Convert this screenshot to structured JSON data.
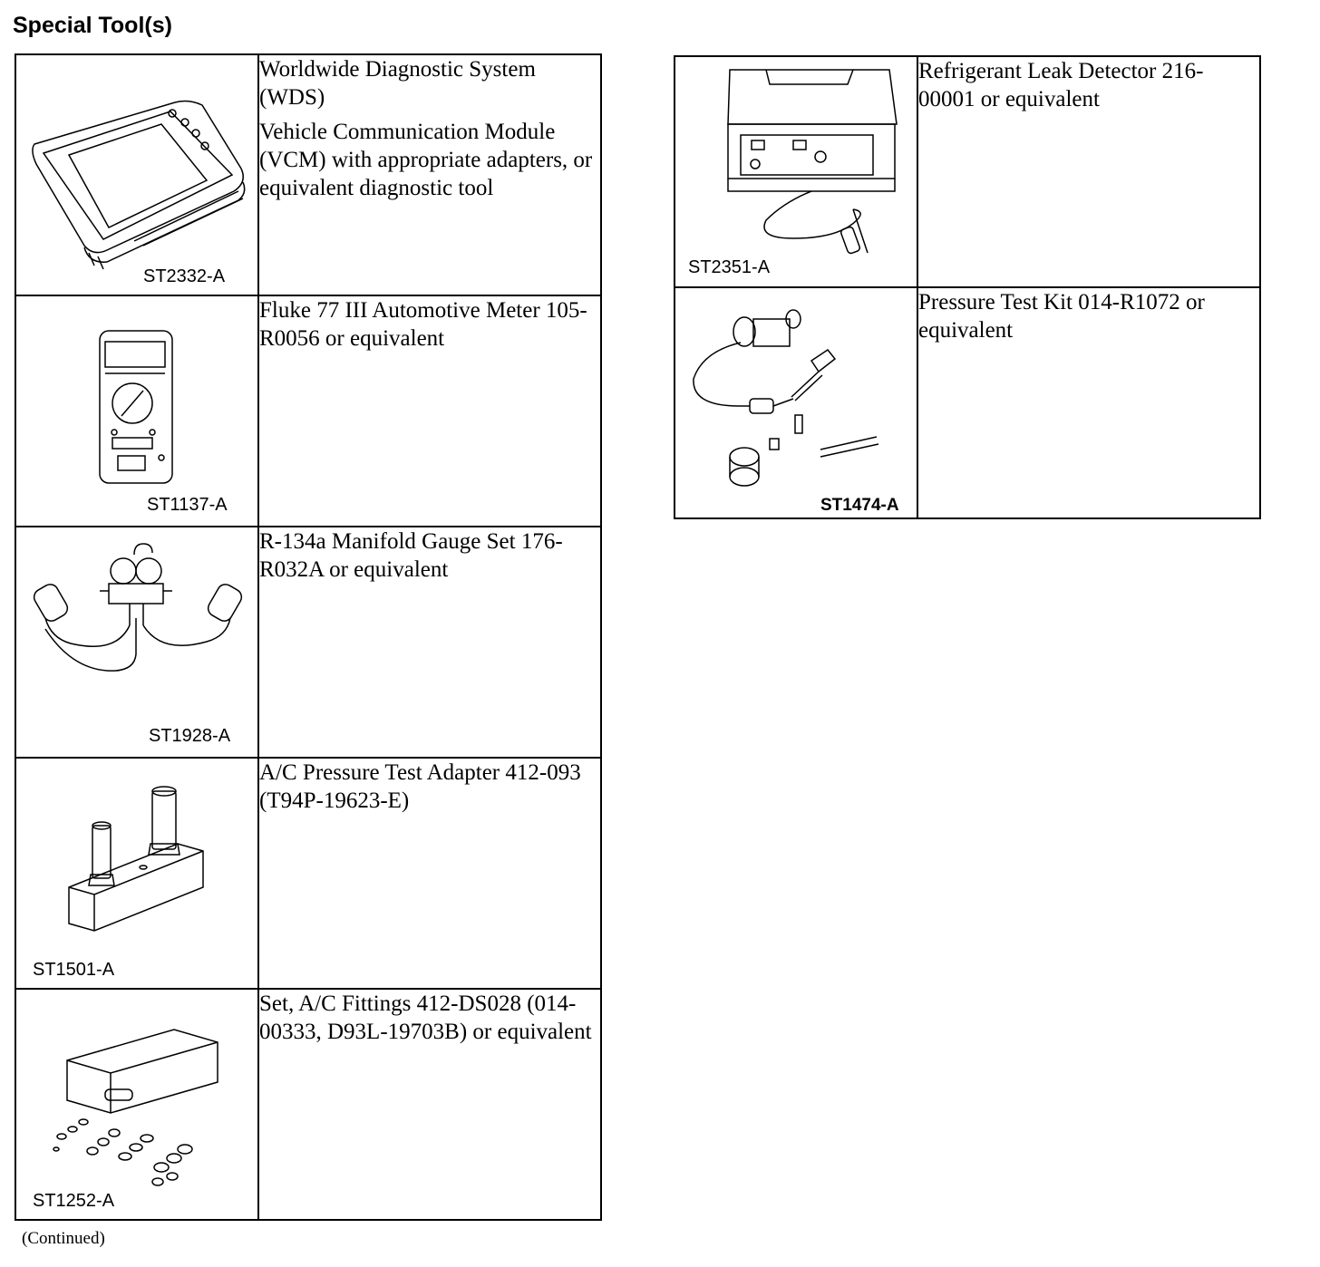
{
  "heading": "Special Tool(s)",
  "left_tools": [
    {
      "code": "ST2332-A",
      "lines": [
        "Worldwide Diagnostic System (WDS)",
        "Vehicle Communication Module (VCM) with appropriate adapters, or equivalent diagnostic tool"
      ],
      "icon": "diagnostic-tablet-icon"
    },
    {
      "code": "ST1137-A",
      "lines": [
        "Fluke 77 III Automotive Meter 105-R0056 or equivalent"
      ],
      "icon": "multimeter-icon"
    },
    {
      "code": "ST1928-A",
      "lines": [
        "R-134a Manifold Gauge Set 176-R032A or equivalent"
      ],
      "icon": "manifold-gauge-icon"
    },
    {
      "code": "ST1501-A",
      "lines": [
        "A/C Pressure Test Adapter 412-093 (T94P-19623-E)"
      ],
      "icon": "pressure-adapter-icon"
    },
    {
      "code": "ST1252-A",
      "lines": [
        "Set, A/C Fittings 412-DS028 (014-00333, D93L-19703B) or equivalent"
      ],
      "icon": "fittings-case-icon"
    }
  ],
  "right_tools": [
    {
      "code": "ST2351-A",
      "lines": [
        "Refrigerant Leak Detector 216-00001 or equivalent"
      ],
      "icon": "leak-detector-icon"
    },
    {
      "code": "ST1474-A",
      "lines": [
        "Pressure Test Kit 014-R1072 or equivalent"
      ],
      "icon": "pressure-test-kit-icon"
    }
  ],
  "footer": "(Continued)"
}
